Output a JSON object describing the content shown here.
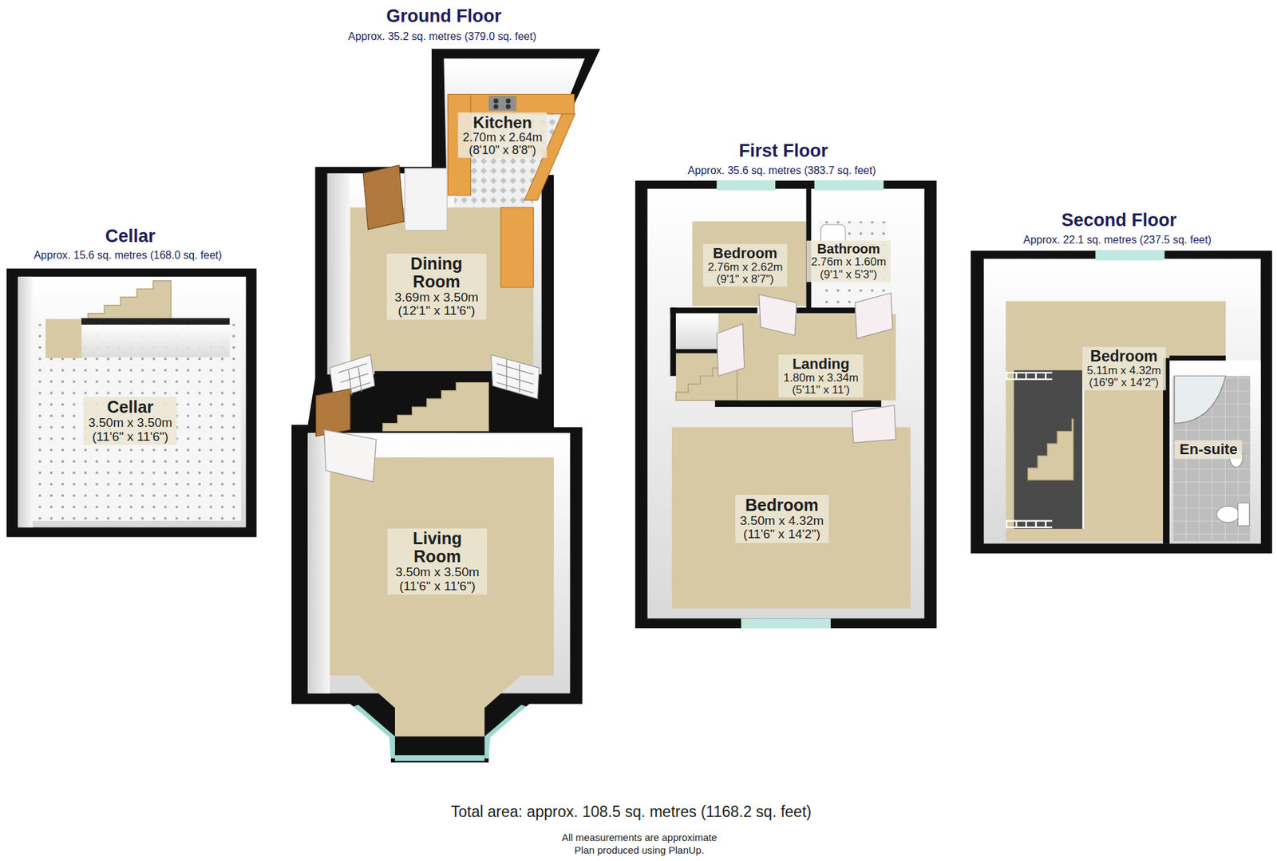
{
  "diagram": {
    "caption": "Total area: approx. 108.5 sq. metres (1168.2 sq. feet)",
    "nodes": [
      {
        "text": [
          "Cellar",
          "Approx. 15.6 sq. metres (168.0 sq. feet)"
        ]
      },
      {
        "text": [
          "Cellar",
          "3.50m x 3.50m",
          "(11'6\" x 11'6\")"
        ],
        "in": 0
      },
      {
        "text": [
          "Ground Floor",
          "Approx. 35.2 sq. metres (379.0 sq. feet)"
        ]
      },
      {
        "text": [
          "Kitchen",
          "2.70m x 2.64m",
          "(8'10\" x 8'8\")"
        ],
        "in": 2
      },
      {
        "text": [
          "Dining Room",
          "3.69m x 3.50m",
          "(12'1\" x 11'6\")"
        ],
        "in": 2
      },
      {
        "text": [
          "Living Room",
          "3.50m x 3.50m",
          "(11'6\" x 11'6\")"
        ],
        "in": 2
      },
      {
        "text": [
          "First Floor",
          "Approx. 35.6 sq. metres (383.7 sq. feet)"
        ]
      },
      {
        "text": [
          "Bedroom",
          "2.76m x 2.62m",
          "(9'1\" x 8'7\")"
        ],
        "in": 6
      },
      {
        "text": [
          "Bathroom",
          "2.76m x 1.60m",
          "(9'1\" x 5'3\")"
        ],
        "in": 6
      },
      {
        "text": [
          "Landing",
          "1.80m x 3.34m",
          "(5'11\" x 11')"
        ],
        "in": 6
      },
      {
        "text": [
          "Bedroom",
          "3.50m x 4.32m",
          "(11'6\" x 14'2\")"
        ],
        "in": 6
      },
      {
        "text": [
          "Second Floor",
          "Approx. 22.1 sq. metres (237.5 sq. feet)"
        ]
      },
      {
        "text": [
          "Bedroom",
          "5.11m x 4.32m",
          "(16'9\" x 14'2\")"
        ],
        "in": 11
      },
      {
        "text": [
          "En-suite"
        ],
        "in": 11
      }
    ],
    "labels": [
      "All measurements are approximate",
      "Plan produced using PlanUp."
    ]
  }
}
